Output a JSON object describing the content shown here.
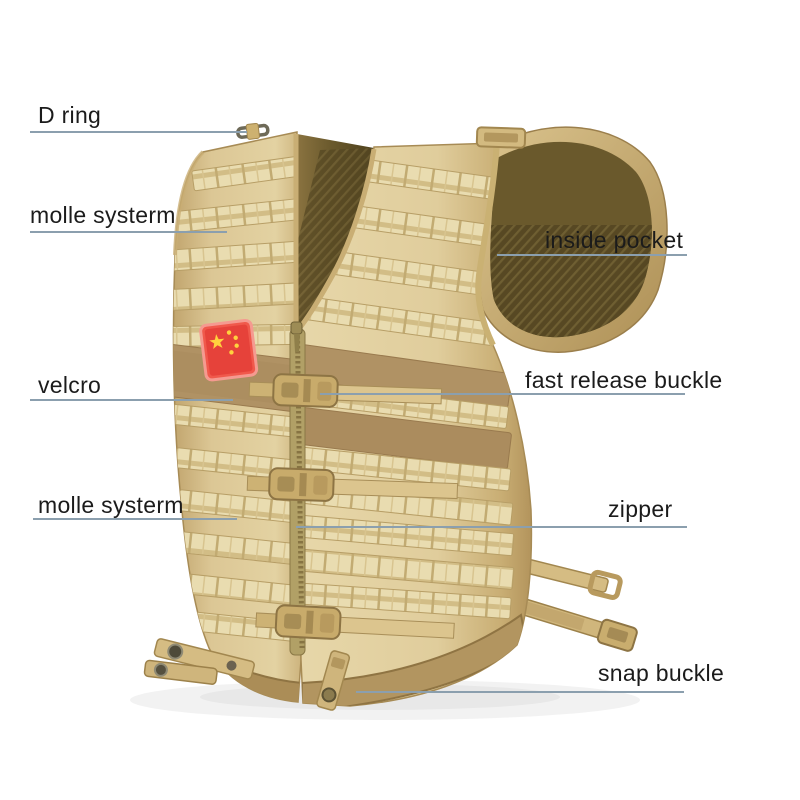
{
  "image_type": "annotated product photo",
  "product": {
    "name": "tactical molle vest",
    "patch": "china-flag-patch"
  },
  "labels": [
    {
      "id": "d-ring",
      "text": "D ring"
    },
    {
      "id": "molle-system-upper",
      "text": "molle systerm"
    },
    {
      "id": "inside-pocket",
      "text": "inside pocket"
    },
    {
      "id": "velcro",
      "text": "velcro"
    },
    {
      "id": "fast-release-buckle",
      "text": "fast release buckle"
    },
    {
      "id": "molle-system-lower",
      "text": "molle systerm"
    },
    {
      "id": "zipper",
      "text": "zipper"
    },
    {
      "id": "snap-buckle",
      "text": "snap buckle"
    }
  ],
  "colors": {
    "background": "#ffffff",
    "label_text": "#1b1b1b",
    "leader_line": "#8b9fae",
    "vest_tan": "#dcc795",
    "webbing_tan": "#e9dcb0",
    "velcro_brown": "#b09264",
    "hem_brown": "#ad9058",
    "mesh_dark": "#57481f",
    "interior_brown": "#6a5a2c",
    "buckle_tan": "#c8ab6b",
    "flag_red": "#e6423a",
    "flag_border": "#f59a90",
    "star_yellow": "#ffd23e"
  }
}
